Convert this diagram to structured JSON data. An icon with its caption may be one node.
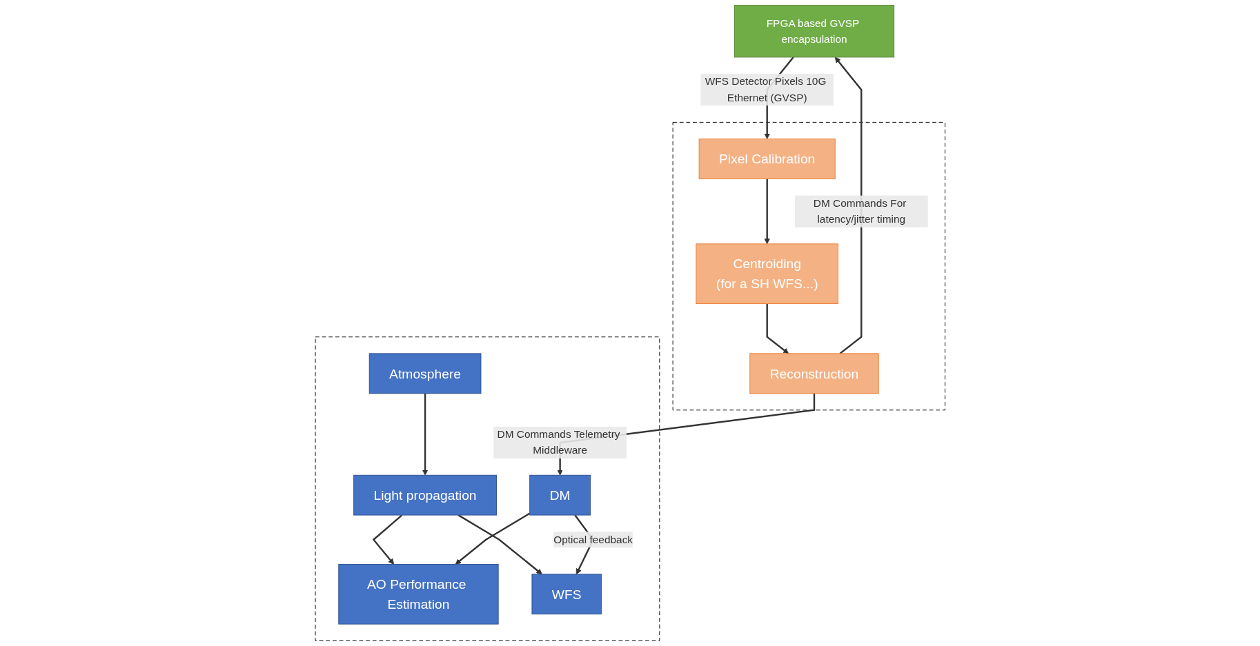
{
  "diagram": {
    "nodes": [
      {
        "text": [],
        "shape": "box"
      },
      {
        "text": [
          "Atmosphere"
        ],
        "in": 0
      },
      {
        "text": [
          "Light propagation"
        ],
        "in": 0
      },
      {
        "text": [
          "AO Performance Estimation"
        ],
        "in": 0
      },
      {
        "text": [
          "WFS"
        ],
        "in": 0
      },
      {
        "text": [
          "DM"
        ],
        "in": 0
      },
      {
        "text": [
          "FPGA based GVSP encapsulation"
        ]
      },
      {
        "text": [],
        "shape": "box"
      },
      {
        "text": [
          "Pixel Calibration"
        ],
        "in": 7
      },
      {
        "text": [
          "Centroiding",
          "(for a SH WFS...)"
        ],
        "in": 7
      },
      {
        "text": [
          "Reconstruction"
        ],
        "in": 7
      }
    ],
    "edges": [
      {
        "from": 1,
        "to": 2,
        "arrow": "to"
      },
      {
        "from": 2,
        "to": 3,
        "arrow": "to"
      },
      {
        "from": 2,
        "to": 4,
        "arrow": "to"
      },
      {
        "from": 5,
        "to": 4,
        "arrow": "to",
        "label": "Optical feedback"
      },
      {
        "from": 5,
        "to": 3,
        "arrow": "to"
      },
      {
        "from": 6,
        "to": 8,
        "arrow": "to",
        "label": "WFS Detector Pixels 10G Ethernet (GVSP)"
      },
      {
        "from": 10,
        "to": 6,
        "arrow": "to",
        "label": "DM Commands For latency/jitter timing"
      },
      {
        "from": 10,
        "to": 5,
        "arrow": "to",
        "label": "DM Commands Telemetry Middleware"
      },
      {
        "from": 8,
        "to": 9,
        "arrow": "to"
      },
      {
        "from": 9,
        "to": 10,
        "arrow": "to"
      }
    ]
  }
}
